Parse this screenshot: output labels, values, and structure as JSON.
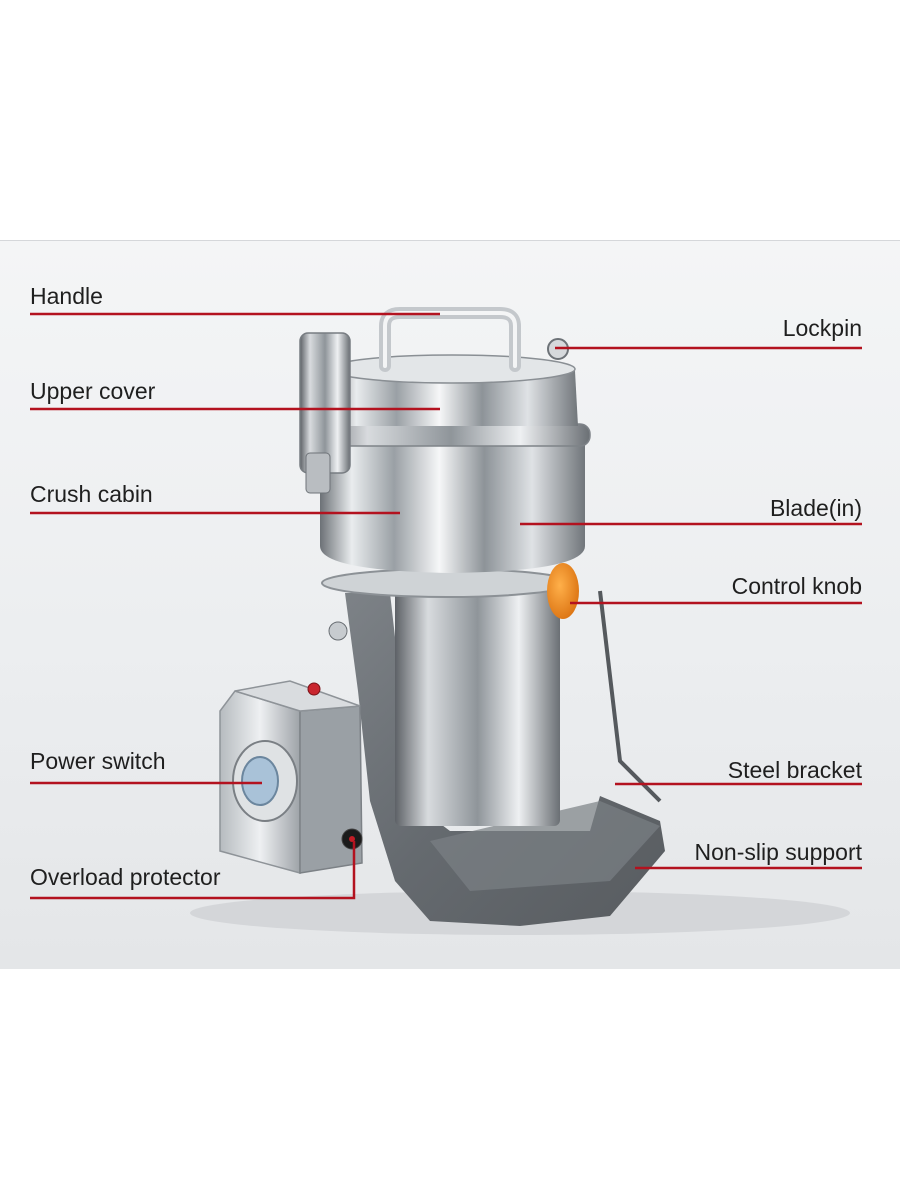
{
  "labels": {
    "handle": "Handle",
    "upper_cover": "Upper cover",
    "crush_cabin": "Crush cabin",
    "power_switch": "Power switch",
    "overload_protector": "Overload protector",
    "lockpin": "Lockpin",
    "blade": "Blade(in)",
    "control_knob": "Control knob",
    "steel_bracket": "Steel bracket",
    "non_slip_support": "Non-slip support"
  },
  "colors": {
    "leader_line": "#b3121f",
    "knob": "#f08a1e",
    "bracket": "#6f7478",
    "steel": "#c9cdd1"
  }
}
